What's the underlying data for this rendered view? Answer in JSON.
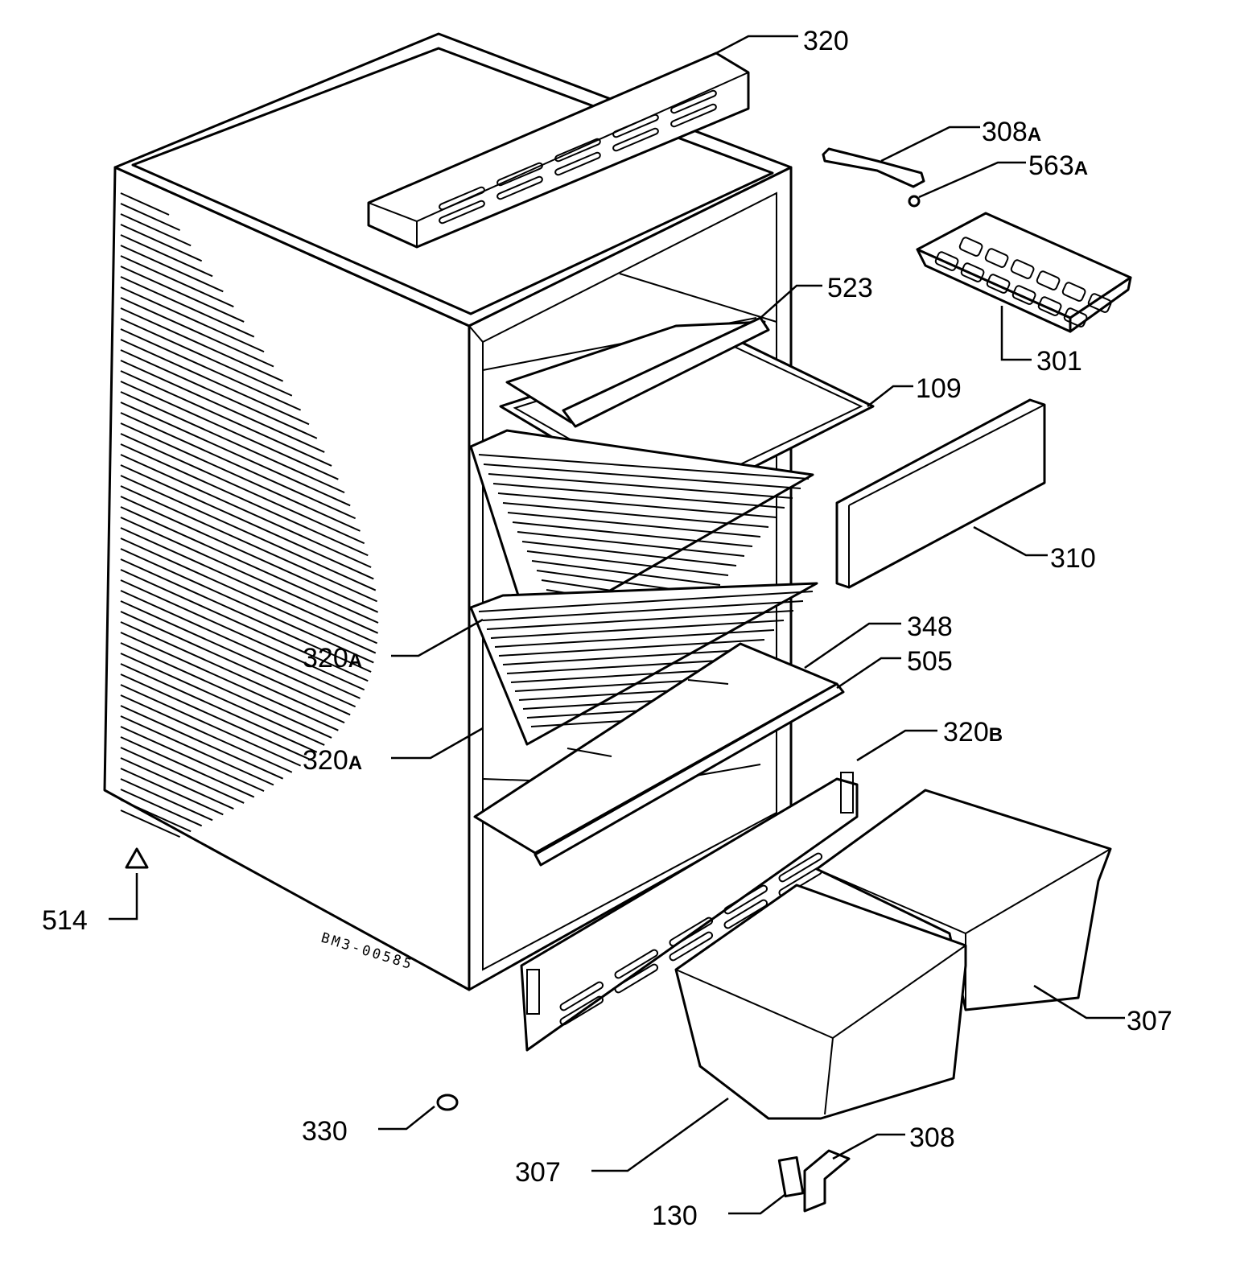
{
  "diagram": {
    "drawing_code": "BM3-00585",
    "callouts": [
      {
        "id": "320",
        "text": "320",
        "suffix": ""
      },
      {
        "id": "308A",
        "text": "308",
        "suffix": "A"
      },
      {
        "id": "563A",
        "text": "563",
        "suffix": "A"
      },
      {
        "id": "523",
        "text": "523",
        "suffix": ""
      },
      {
        "id": "301",
        "text": "301",
        "suffix": ""
      },
      {
        "id": "109",
        "text": "109",
        "suffix": ""
      },
      {
        "id": "310",
        "text": "310",
        "suffix": ""
      },
      {
        "id": "348",
        "text": "348",
        "suffix": ""
      },
      {
        "id": "505",
        "text": "505",
        "suffix": ""
      },
      {
        "id": "320A-upper",
        "text": "320",
        "suffix": "A"
      },
      {
        "id": "320A-lower",
        "text": "320",
        "suffix": "A"
      },
      {
        "id": "320B",
        "text": "320",
        "suffix": "B"
      },
      {
        "id": "514",
        "text": "514",
        "suffix": ""
      },
      {
        "id": "307-right",
        "text": "307",
        "suffix": ""
      },
      {
        "id": "307-left",
        "text": "307",
        "suffix": ""
      },
      {
        "id": "330",
        "text": "330",
        "suffix": ""
      },
      {
        "id": "308",
        "text": "308",
        "suffix": ""
      },
      {
        "id": "130",
        "text": "130",
        "suffix": ""
      }
    ]
  }
}
